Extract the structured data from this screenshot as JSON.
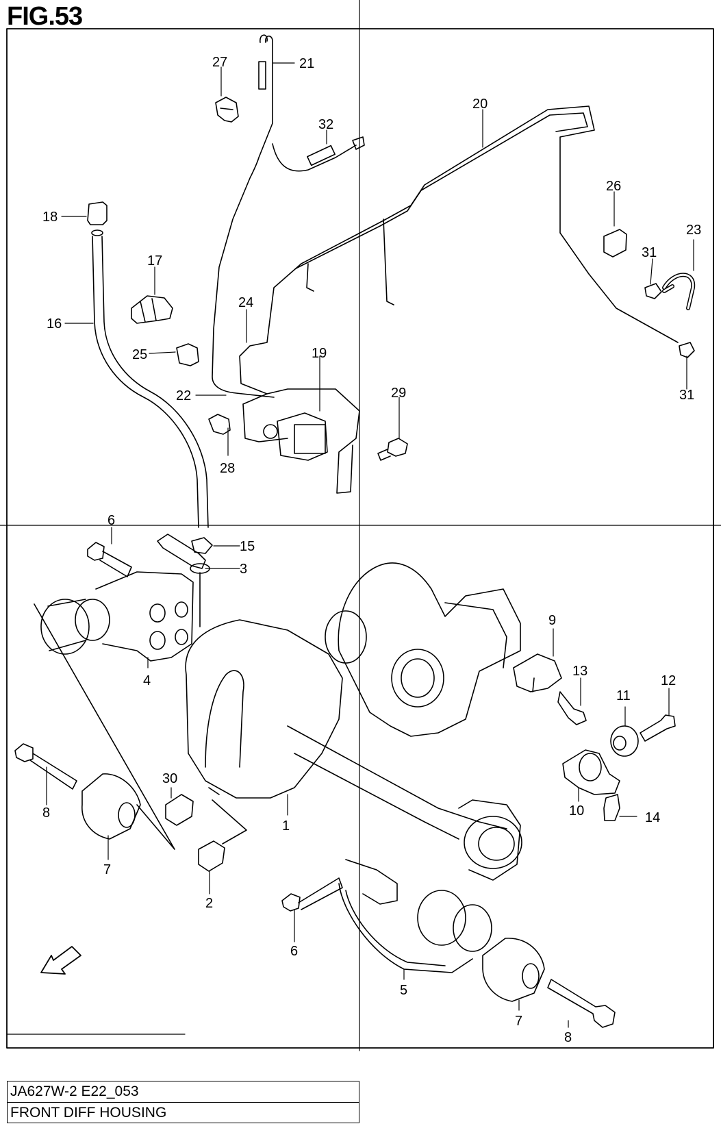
{
  "figure": {
    "title": "FIG.53"
  },
  "caption": {
    "code": "JA627W-2 E22_053",
    "name": "FRONT DIFF HOUSING"
  },
  "callouts": [
    {
      "id": "c21",
      "label": "21"
    },
    {
      "id": "c27",
      "label": "27"
    },
    {
      "id": "c32",
      "label": "32"
    },
    {
      "id": "c20",
      "label": "20"
    },
    {
      "id": "c26",
      "label": "26"
    },
    {
      "id": "c23",
      "label": "23"
    },
    {
      "id": "c31a",
      "label": "31"
    },
    {
      "id": "c31b",
      "label": "31"
    },
    {
      "id": "c18",
      "label": "18"
    },
    {
      "id": "c17",
      "label": "17"
    },
    {
      "id": "c16",
      "label": "16"
    },
    {
      "id": "c24",
      "label": "24"
    },
    {
      "id": "c25",
      "label": "25"
    },
    {
      "id": "c19",
      "label": "19"
    },
    {
      "id": "c22",
      "label": "22"
    },
    {
      "id": "c29",
      "label": "29"
    },
    {
      "id": "c28",
      "label": "28"
    },
    {
      "id": "c6a",
      "label": "6"
    },
    {
      "id": "c15",
      "label": "15"
    },
    {
      "id": "c3",
      "label": "3"
    },
    {
      "id": "c4",
      "label": "4"
    },
    {
      "id": "c9",
      "label": "9"
    },
    {
      "id": "c13",
      "label": "13"
    },
    {
      "id": "c12",
      "label": "12"
    },
    {
      "id": "c11",
      "label": "11"
    },
    {
      "id": "c8a",
      "label": "8"
    },
    {
      "id": "c30",
      "label": "30"
    },
    {
      "id": "c1",
      "label": "1"
    },
    {
      "id": "c10",
      "label": "10"
    },
    {
      "id": "c14",
      "label": "14"
    },
    {
      "id": "c7a",
      "label": "7"
    },
    {
      "id": "c2",
      "label": "2"
    },
    {
      "id": "c6b",
      "label": "6"
    },
    {
      "id": "c5",
      "label": "5"
    },
    {
      "id": "c7b",
      "label": "7"
    },
    {
      "id": "c8b",
      "label": "8"
    }
  ],
  "fwd_marker": {
    "label": "FWD"
  }
}
